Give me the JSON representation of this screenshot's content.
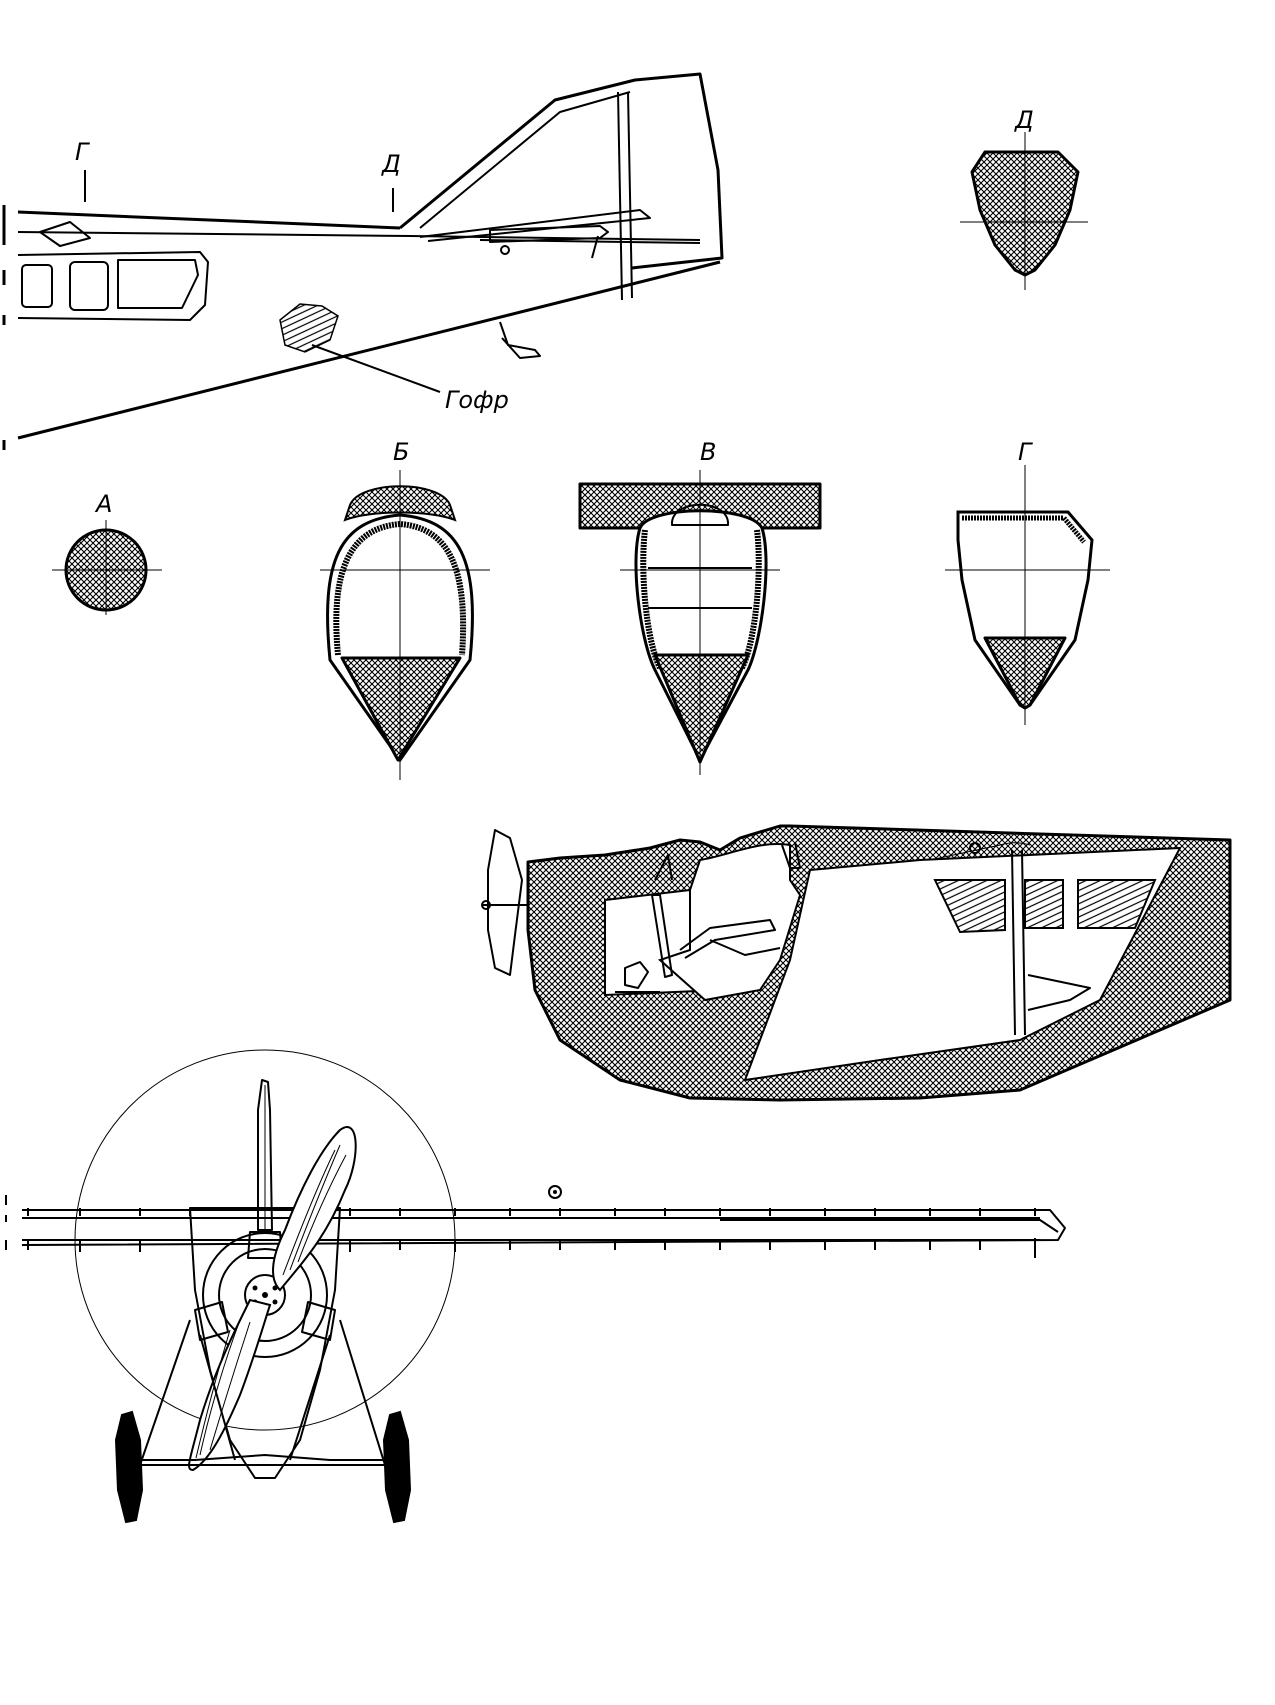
{
  "labels": {
    "section_d_top": "Д",
    "section_g_top": "Г",
    "section_d": "Д",
    "corrugation": "Гофр",
    "section_a": "А",
    "section_b": "Б",
    "section_v": "В",
    "section_g": "Г"
  },
  "colors": {
    "ink": "#000000",
    "paper": "#ffffff"
  }
}
